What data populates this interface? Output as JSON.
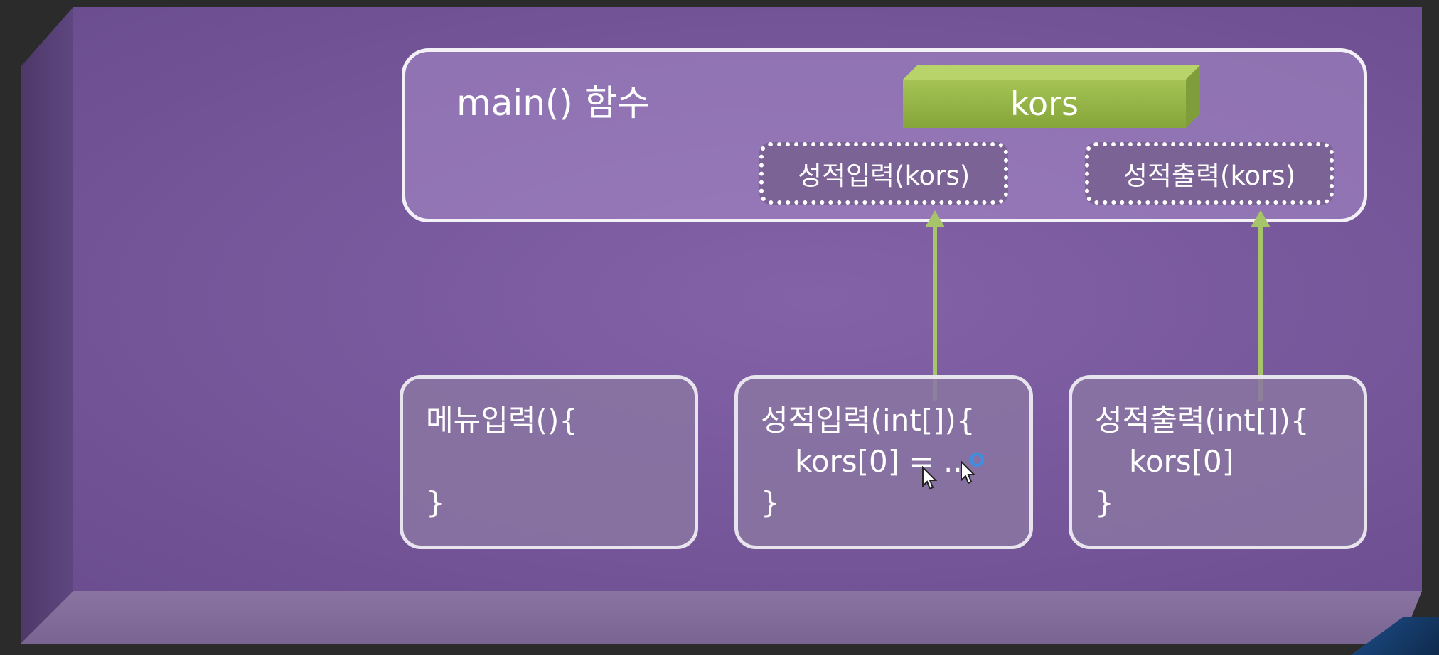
{
  "main": {
    "title": "main() 함수"
  },
  "variable": {
    "label": "kors"
  },
  "calls": {
    "input": "성적입력(kors)",
    "output": "성적출력(kors)"
  },
  "functions": {
    "menu": {
      "header": "메뉴입력(){",
      "body": "",
      "close": "}"
    },
    "input": {
      "header": "성적입력(int[]){",
      "body": "kors[0]  =  ..",
      "close": "}"
    },
    "output": {
      "header": "성적출력(int[]){",
      "body": "kors[0]",
      "close": "}"
    }
  },
  "colors": {
    "slab": "#7a5a9e",
    "variable_green": "#a5c455",
    "arrow_green": "#a8c46a"
  }
}
